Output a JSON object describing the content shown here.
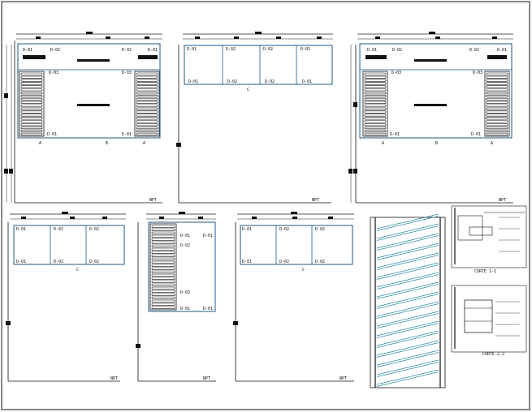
{
  "labels": {
    "d01": "D-01",
    "d02": "D-02",
    "d03": "D-03",
    "npt": "NPT",
    "a": "A",
    "b": "B",
    "c": "C",
    "corte1": "CORTE 1-1",
    "corte2": "CORTE 2-2"
  },
  "colors": {
    "line": "#111111",
    "wall": "#1a5a8a",
    "louver": "#2a8aa0",
    "dim": "#222222"
  }
}
